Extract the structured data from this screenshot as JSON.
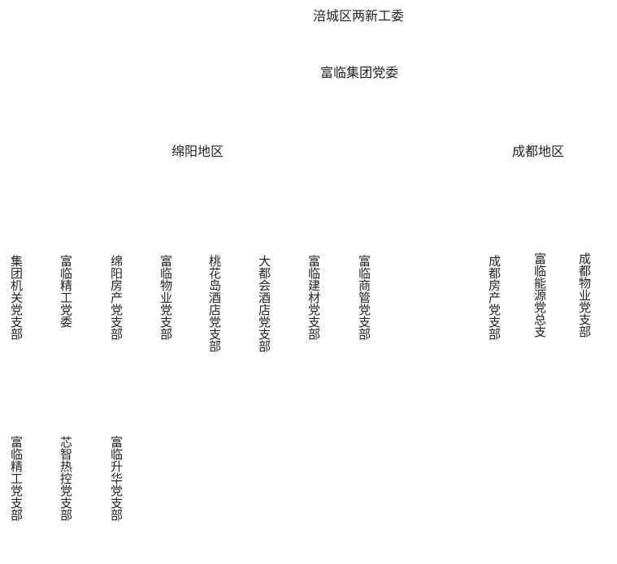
{
  "org_chart": {
    "root": "涪城区两新工委",
    "level1": "富临集团党委",
    "regions": {
      "mianyang": "绵阳地区",
      "chengdu": "成都地区"
    },
    "mianyang_units": [
      "集团机关党支部",
      "富临精工党委",
      "绵阳房产党支部",
      "富临物业党支部",
      "桃花岛酒店党支部",
      "大都会酒店党支部",
      "富临建材党支部",
      "富临商管党支部"
    ],
    "chengdu_units": [
      "成都房产党支部",
      "富临能源党总支",
      "成都物业党支部"
    ],
    "jinggong_subunits": [
      "富临精工党支部",
      "芯智热控党支部",
      "富临升华党支部"
    ]
  }
}
